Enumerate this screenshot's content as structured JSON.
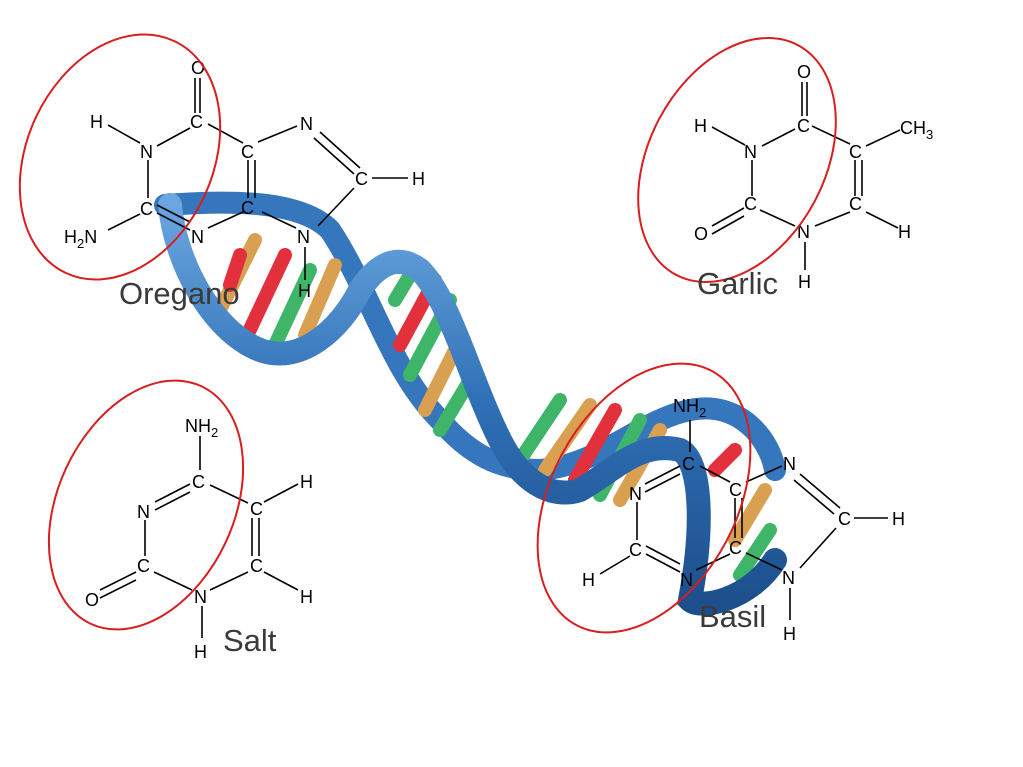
{
  "labels": {
    "oregano": "Oregano",
    "garlic": "Garlic",
    "salt": "Salt",
    "basil": "Basil"
  },
  "atoms": {
    "O": "O",
    "C": "C",
    "N": "N",
    "H": "H",
    "CH3": "CH",
    "sub3": "3",
    "NH2": "NH",
    "H2N": "H",
    "N_of_H2N": "N",
    "sub2": "2"
  },
  "colors": {
    "helix_blue": "#2f6fb5",
    "rung_red": "#e2303c",
    "rung_green": "#3fb56a",
    "rung_orange": "#d8a050",
    "highlight_ellipse": "#d81e1e"
  }
}
